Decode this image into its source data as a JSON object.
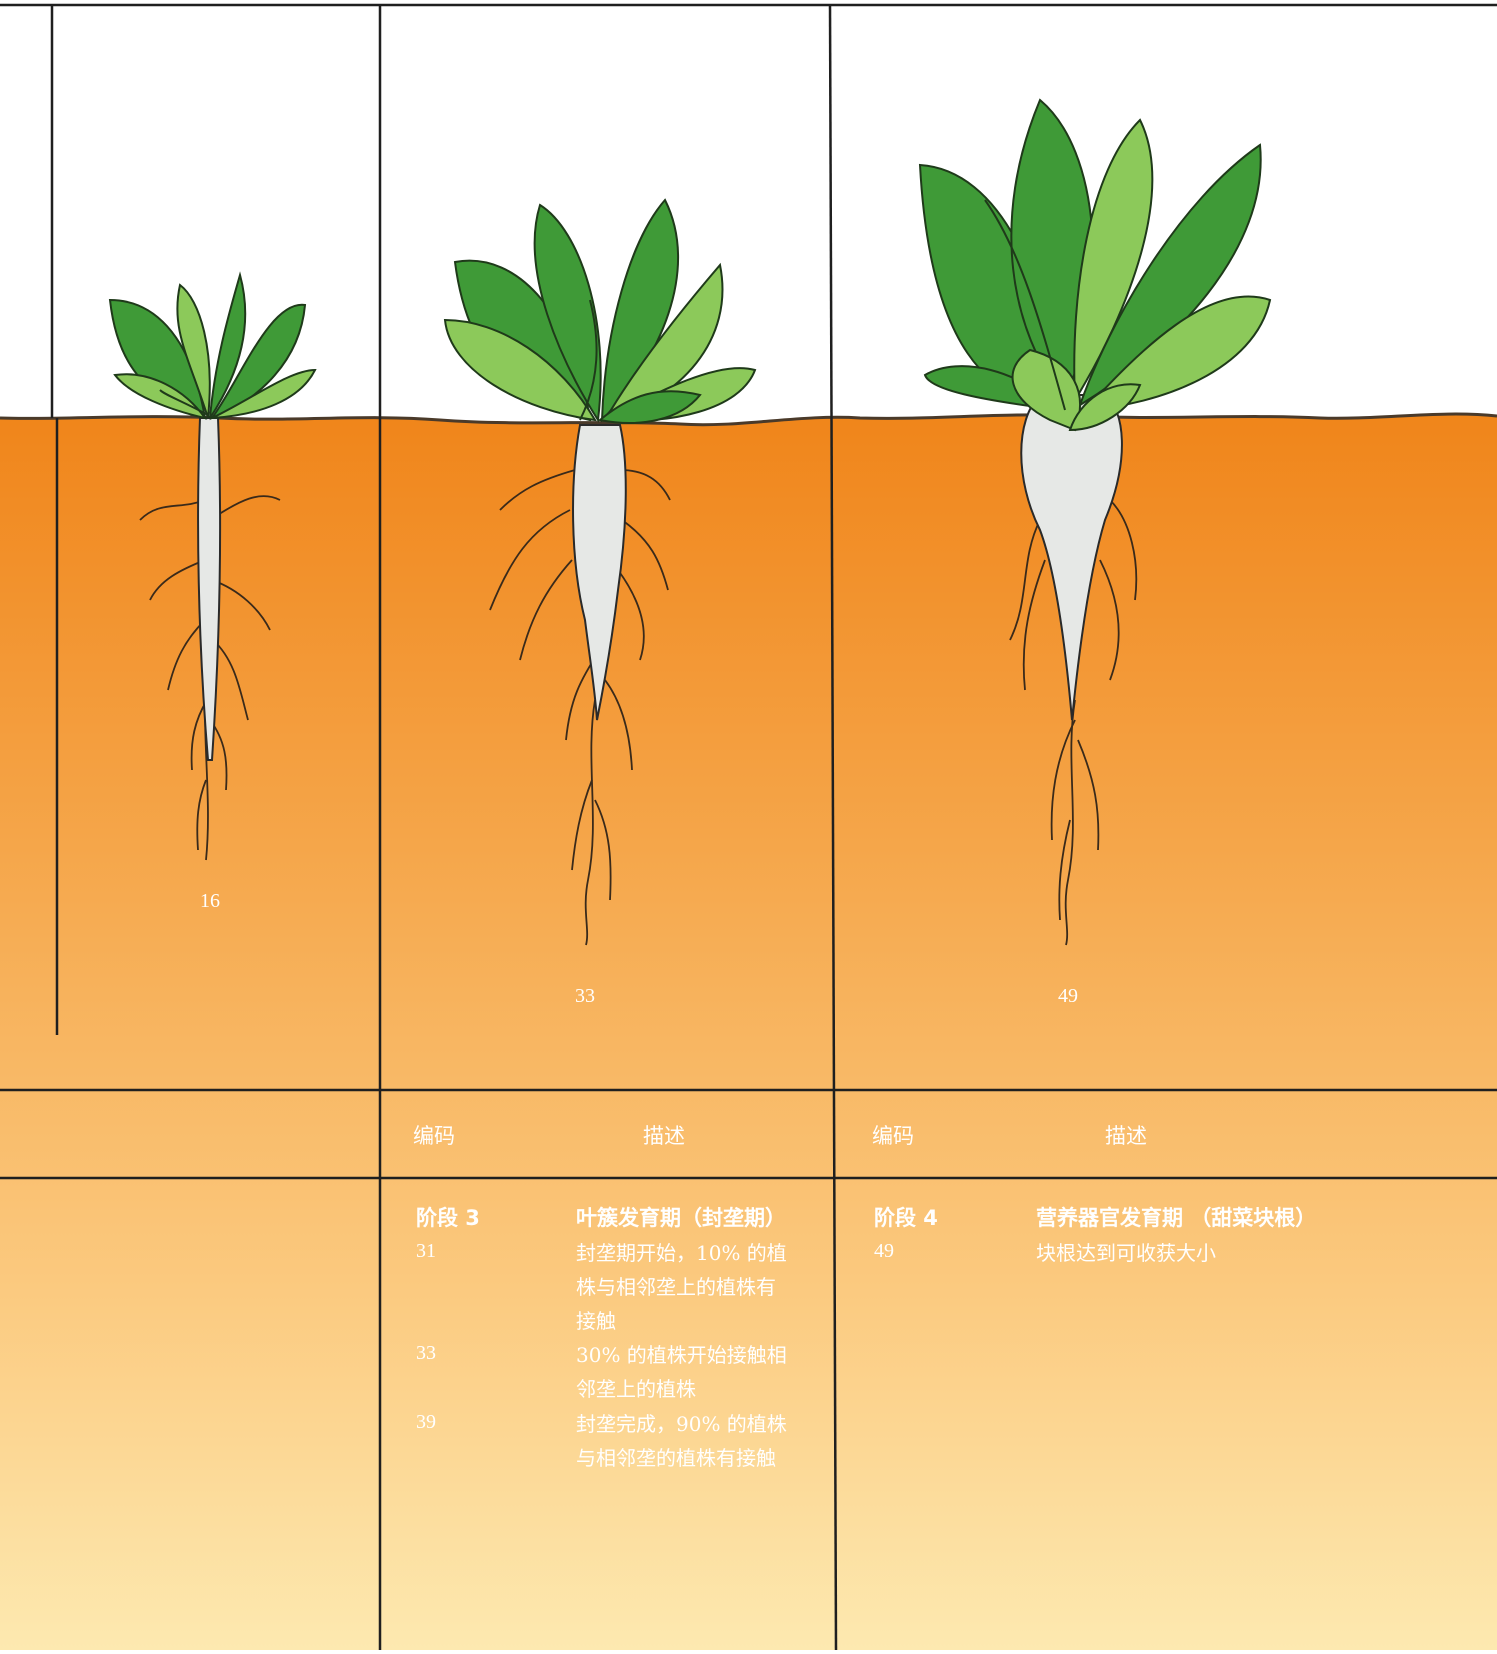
{
  "plants": [
    {
      "label": "16"
    },
    {
      "label": "33"
    },
    {
      "label": "49"
    }
  ],
  "table": {
    "columns": [
      {
        "code_header": "编码",
        "desc_header": "描述",
        "stage_code": "阶段 3",
        "stage_title": "叶簇发育期（封垄期）",
        "rows": [
          {
            "code": "31",
            "desc": [
              "封垄期开始，10% 的植",
              "株与相邻垄上的植株有",
              "接触"
            ]
          },
          {
            "code": "33",
            "desc": [
              "30% 的植株开始接触相",
              "邻垄上的植株"
            ]
          },
          {
            "code": "39",
            "desc": [
              "封垄完成，90% 的植株",
              "与相邻垄的植株有接触"
            ]
          }
        ]
      },
      {
        "code_header": "编码",
        "desc_header": "描述",
        "stage_code": "阶段 4",
        "stage_title": "营养器官发育期 （甜菜块根）",
        "rows": [
          {
            "code": "49",
            "desc": [
              "块根达到可收获大小"
            ]
          }
        ]
      }
    ]
  },
  "colors": {
    "sky": "#ffffff",
    "soil_top": "#f08a1c",
    "soil_bottom": "#fde6a8",
    "leaf_dark": "#3f9a37",
    "leaf_light": "#8cc95a",
    "root": "#e6e8e6",
    "line": "#2b2b2b"
  }
}
